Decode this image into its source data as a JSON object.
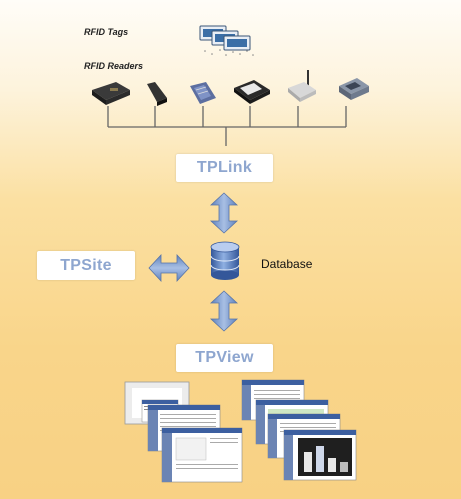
{
  "labels": {
    "tags": "RFID Tags",
    "readers": "RFID Readers",
    "tplink": "TPLink",
    "tpsite": "TPSite",
    "database": "Database",
    "tpview": "TPView"
  },
  "colors": {
    "label_text": "#8ea6cf",
    "arrow_fill": "#7e9ccd",
    "db_fill": "#4d6fa8"
  }
}
